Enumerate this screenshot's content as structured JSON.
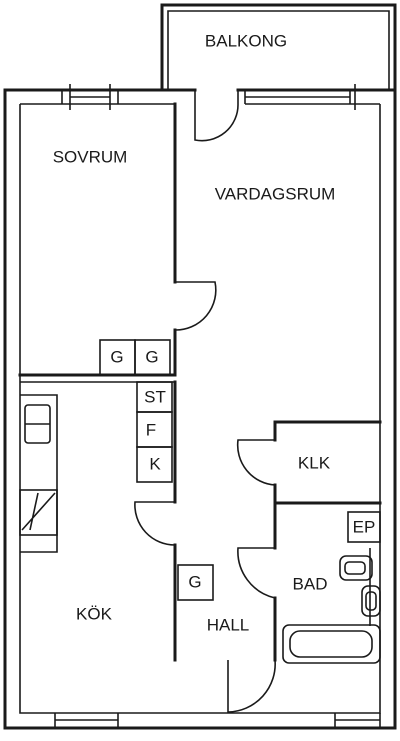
{
  "rooms": {
    "balcony": "BALKONG",
    "bedroom": "SOVRUM",
    "living_room": "VARDAGSRUM",
    "closet": "KLK",
    "kitchen": "KÖK",
    "bathroom": "BAD",
    "hallway": "HALL"
  },
  "fixtures": {
    "wardrobe_left": "G",
    "wardrobe_right": "G",
    "storage": "ST",
    "freezer": "F",
    "fridge": "K",
    "hall_wardrobe": "G",
    "electrical_panel": "EP"
  }
}
